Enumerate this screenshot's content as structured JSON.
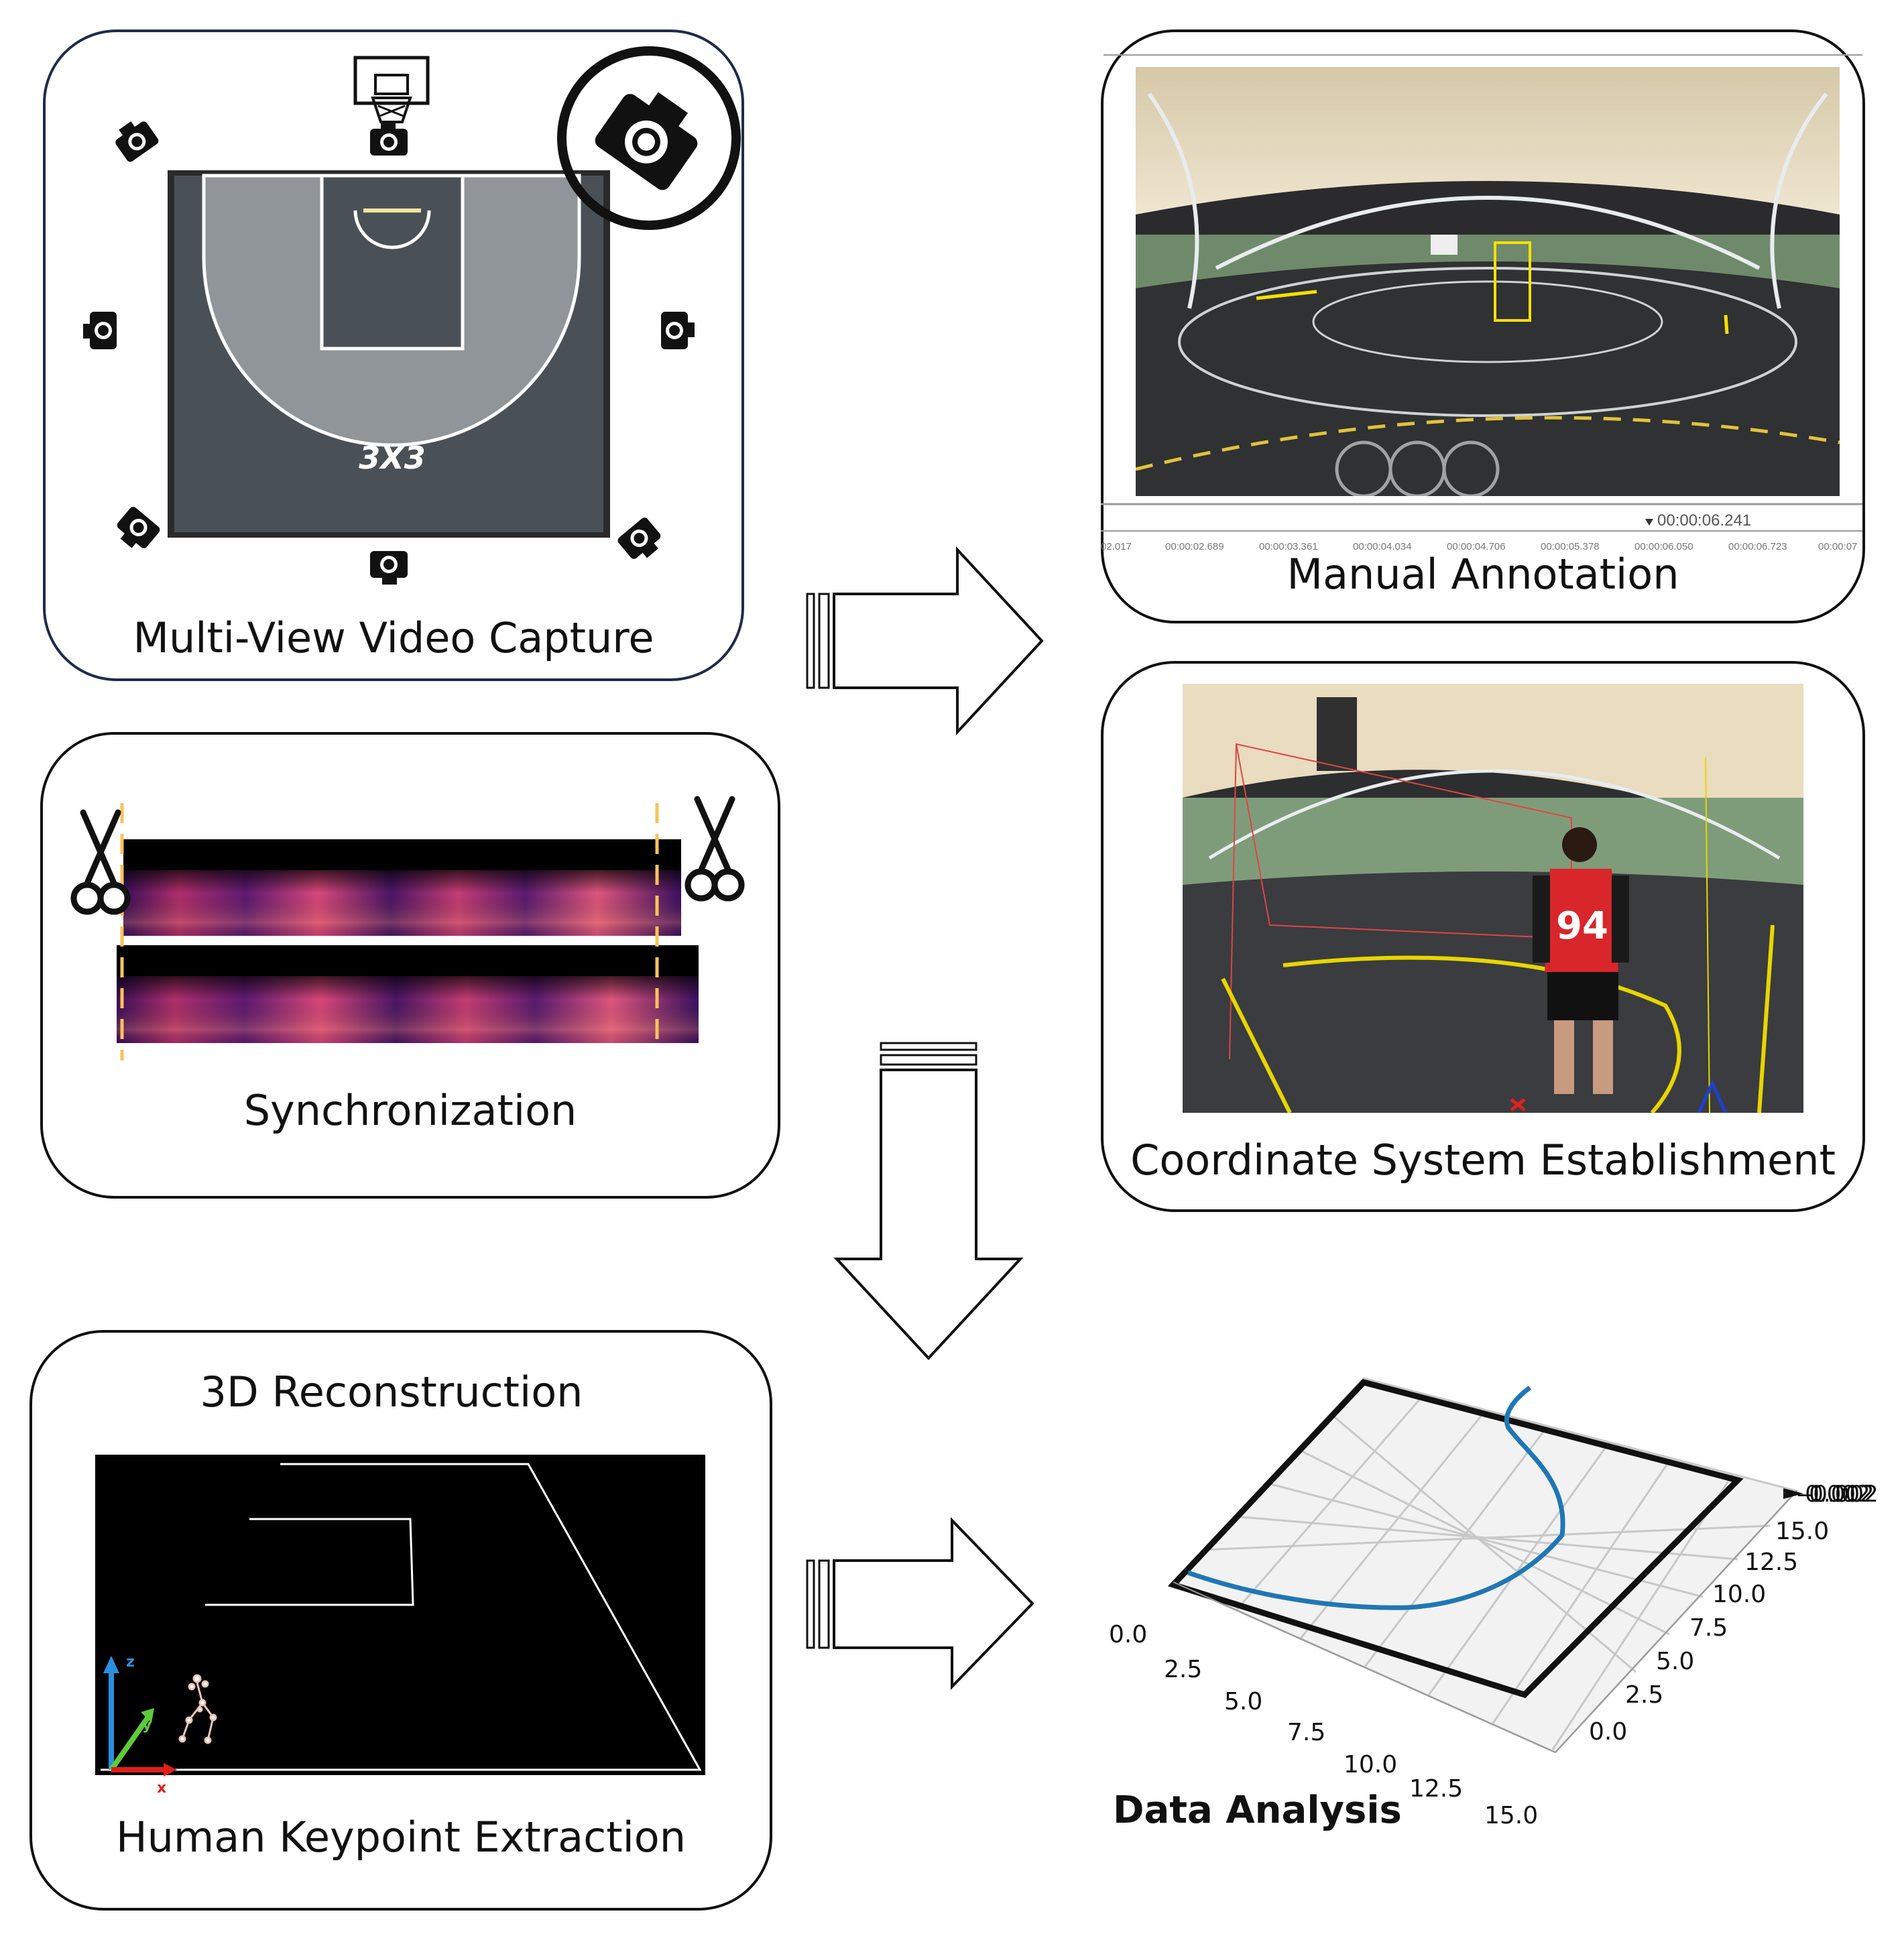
{
  "panels": {
    "capture": {
      "label": "Multi-View Video Capture",
      "court_logo": "3X3"
    },
    "sync": {
      "label": "Synchronization"
    },
    "annotation": {
      "label": "Manual Annotation",
      "current_time": "00:00:06.241",
      "timeline_ticks": [
        "02.017",
        "00:00:02.689",
        "00:00:03.361",
        "00:00:04.034",
        "00:00:04.706",
        "00:00:05.378",
        "00:00:06.050",
        "00:00:06.723",
        "00:00:07"
      ]
    },
    "coordinate": {
      "label": "Coordinate System Establishment",
      "jersey_number": "94"
    },
    "reconstruction": {
      "title": "3D Reconstruction",
      "label": "Human Keypoint Extraction",
      "axes": [
        "z",
        "y",
        "x"
      ]
    },
    "analysis": {
      "label": "Data Analysis",
      "x_ticks": [
        "0.0",
        "2.5",
        "5.0",
        "7.5",
        "10.0",
        "12.5",
        "15.0"
      ],
      "y_ticks": [
        "0.0",
        "2.5",
        "5.0",
        "7.5",
        "10.0",
        "12.5",
        "15.0"
      ],
      "z_overlap": "-0.002"
    }
  },
  "colors": {
    "trajectory": "#1f77b4",
    "court_dark": "#4a5156",
    "court_light": "#8f9598",
    "annotation": "#f5e000",
    "jersey": "#d8262a"
  }
}
